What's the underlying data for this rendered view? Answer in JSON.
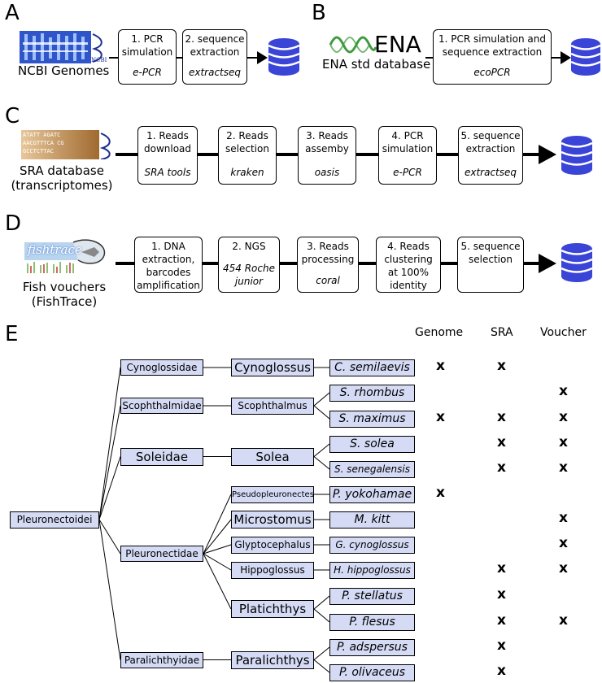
{
  "panels": {
    "A": {
      "letter": "A",
      "source": "NCBI Genomes",
      "steps": [
        {
          "title": "1. PCR\nsimulation",
          "tool": "e-PCR"
        },
        {
          "title": "2. sequence\nextraction",
          "tool": "extractseq"
        }
      ]
    },
    "B": {
      "letter": "B",
      "logo_text": "ENA",
      "source": "ENA std database",
      "steps": [
        {
          "title": "1. PCR simulation and\nsequence extraction",
          "tool": "ecoPCR"
        }
      ]
    },
    "C": {
      "letter": "C",
      "source": "SRA database\n(transcriptomes)",
      "thumb_text": "ATATT AGATC\nAACGTTTCA CG\nGCCTCTTAC",
      "steps": [
        {
          "title": "1. Reads\ndownload",
          "tool": "SRA tools"
        },
        {
          "title": "2. Reads\nselection",
          "tool": "kraken"
        },
        {
          "title": "3. Reads\nassemby",
          "tool": "oasis"
        },
        {
          "title": "4. PCR\nsimulation",
          "tool": "e-PCR"
        },
        {
          "title": "5. sequence\nextraction",
          "tool": "extractseq"
        }
      ]
    },
    "D": {
      "letter": "D",
      "source": "Fish vouchers\n(FishTrace)",
      "logo_text": "fishtrace",
      "steps": [
        {
          "title": "1. DNA\nextraction,\nbarcodes\namplification",
          "tool": ""
        },
        {
          "title": "2. NGS",
          "tool": "454 Roche\njunior"
        },
        {
          "title": "3. Reads\nprocessing",
          "tool": "coral"
        },
        {
          "title": "4. Reads\nclustering\nat 100%\nidentity",
          "tool": ""
        },
        {
          "title": "5. sequence\nselection",
          "tool": ""
        }
      ]
    },
    "E": {
      "letter": "E",
      "headers": [
        "Genome",
        "SRA",
        "Voucher"
      ],
      "root": "Pleuronectoidei",
      "families": [
        "Cynoglossidae",
        "Scophthalmidae",
        "Soleidae",
        "Pleuronectidae",
        "Paralichthyidae"
      ],
      "genera": [
        "Cynoglossus",
        "Scophthalmus",
        "Solea",
        "Pseudopleuronectes",
        "Microstomus",
        "Glyptocephalus",
        "Hippoglossus",
        "Platichthys",
        "Paralichthys"
      ],
      "species": [
        {
          "name": "C. semilaevis",
          "genome": "x",
          "sra": "x",
          "voucher": ""
        },
        {
          "name": "S. rhombus",
          "genome": "",
          "sra": "",
          "voucher": "x"
        },
        {
          "name": "S. maximus",
          "genome": "x",
          "sra": "x",
          "voucher": "x"
        },
        {
          "name": "S. solea",
          "genome": "",
          "sra": "x",
          "voucher": "x"
        },
        {
          "name": "S. senegalensis",
          "genome": "",
          "sra": "x",
          "voucher": "x"
        },
        {
          "name": "P. yokohamae",
          "genome": "x",
          "sra": "",
          "voucher": ""
        },
        {
          "name": "M. kitt",
          "genome": "",
          "sra": "",
          "voucher": "x"
        },
        {
          "name": "G. cynoglossus",
          "genome": "",
          "sra": "",
          "voucher": "x"
        },
        {
          "name": "H. hippoglossus",
          "genome": "",
          "sra": "x",
          "voucher": "x"
        },
        {
          "name": "P. stellatus",
          "genome": "",
          "sra": "x",
          "voucher": ""
        },
        {
          "name": "P. flesus",
          "genome": "",
          "sra": "x",
          "voucher": "x"
        },
        {
          "name": "P. adspersus",
          "genome": "",
          "sra": "x",
          "voucher": ""
        },
        {
          "name": "P. olivaceus",
          "genome": "",
          "sra": "x",
          "voucher": ""
        }
      ]
    }
  },
  "colors": {
    "database": "#3a44d6",
    "node_fill": "#d5dbf5",
    "ena_wave": "#3f9a3f",
    "ncbi_thumb": "#2f55c8",
    "sra_thumb": "#b07a3a"
  },
  "icons": {
    "database": "database-icon",
    "ncbi_logo": "ncbi-logo-icon",
    "ena_logo": "ena-logo-icon",
    "fishtrace_logo": "fishtrace-logo-icon"
  }
}
